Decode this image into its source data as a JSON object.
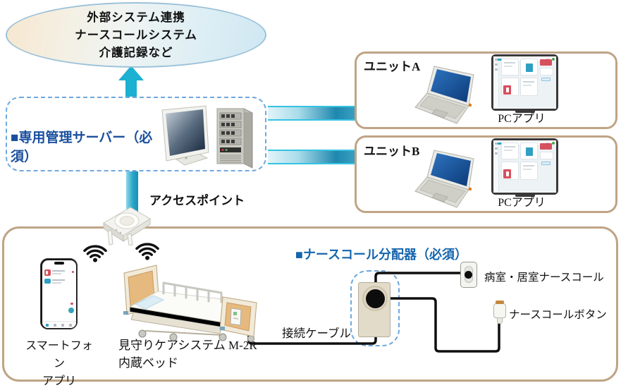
{
  "palette": {
    "teal": "#1cb0d2",
    "dashed_blue": "#6fa8dc",
    "tan_border": "#bfa485",
    "server_label_blue": "#1a4f9e",
    "distributor_label_blue": "#1565ad"
  },
  "cloud": {
    "line1": "外部システム連携",
    "line2": "ナースコールシステム",
    "line3": "介護記録など"
  },
  "server": {
    "label": "■専用管理サーバー（必須）"
  },
  "access_point": {
    "label": "アクセスポイント"
  },
  "units": [
    {
      "name": "ユニットA",
      "app_label": "PCアプリ"
    },
    {
      "name": "ユニットB",
      "app_label": "PCアプリ"
    }
  ],
  "room": {
    "distributor_label": "■ナースコール分配器（必須）",
    "smartphone_label1": "スマートフォン",
    "smartphone_label2": "アプリ",
    "bed_label1": "見守りケアシステム M-2R",
    "bed_label2": "内蔵ベッド",
    "cable_label": "接続ケーブル",
    "wall_call_label": "病室・居室ナースコール",
    "call_button_label": "ナースコールボタン"
  }
}
